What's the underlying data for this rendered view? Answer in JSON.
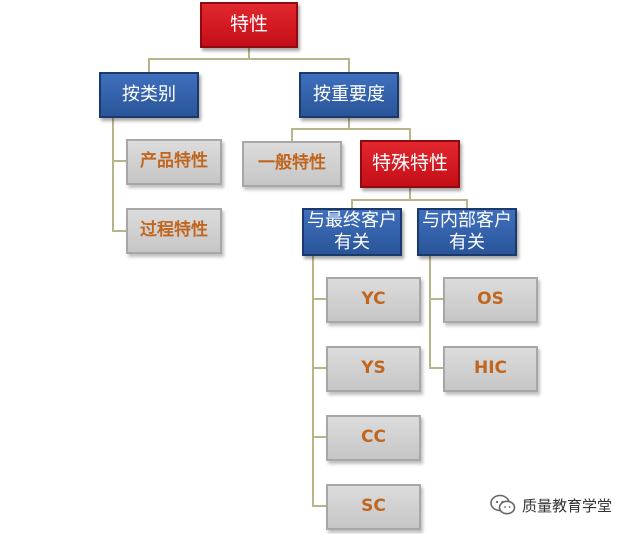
{
  "nodes": {
    "root": "特性",
    "by_category": "按类别",
    "by_importance": "按重要度",
    "product_char": "产品特性",
    "process_char": "过程特性",
    "general_char": "一般特性",
    "special_char": "特殊特性",
    "end_customer": "与最终客户\n有关",
    "internal_customer": "与内部客户\n有关",
    "yc": "YC",
    "ys": "YS",
    "cc": "CC",
    "sc": "SC",
    "os": "OS",
    "hic": "HIC"
  },
  "watermark": {
    "text": "质量教育学堂",
    "icon": "wechat-icon"
  },
  "colors": {
    "red_fill": "#d81c24",
    "blue_fill": "#2f5fa8",
    "gray_fill": "#d0d0d0",
    "gray_text": "#c1661f",
    "connector": "#b9b58a"
  }
}
